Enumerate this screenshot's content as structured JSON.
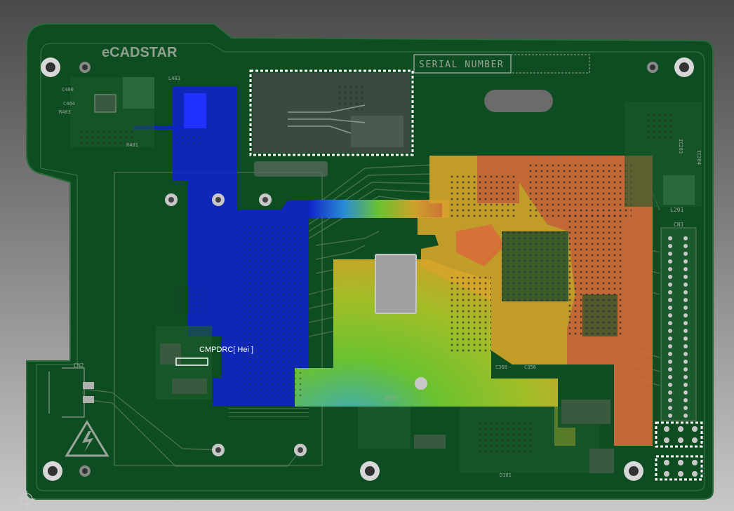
{
  "board": {
    "logo": "eCADSTAR",
    "serial_label": "SERIAL NUMBER",
    "colors": {
      "board": "#0e4d22",
      "board_edge": "#2b6b3b",
      "silk": "#9aa59a",
      "thermal_hot": "#d86b3a",
      "thermal_warm": "#d6a52a",
      "thermal_mid": "#6fc830",
      "thermal_cool": "#2a8ee0",
      "thermal_cold": "#1024c8"
    }
  },
  "cursor": {
    "label": "CMPDRC[ Hei ]"
  },
  "components": {
    "cn1": "CN1",
    "cn2": "CN2",
    "l201": "L201",
    "ic203": "IC203",
    "ic204": "IC204",
    "c368": "C368",
    "c356": "C356",
    "d101": "D101",
    "ic20": "IC20",
    "l403": "L403",
    "c400": "C400",
    "c404": "C404",
    "r403": "R403",
    "r401": "R401"
  },
  "icons": {
    "hazard": "high-voltage-warning-icon",
    "origin": "origin-crosshair-icon"
  }
}
